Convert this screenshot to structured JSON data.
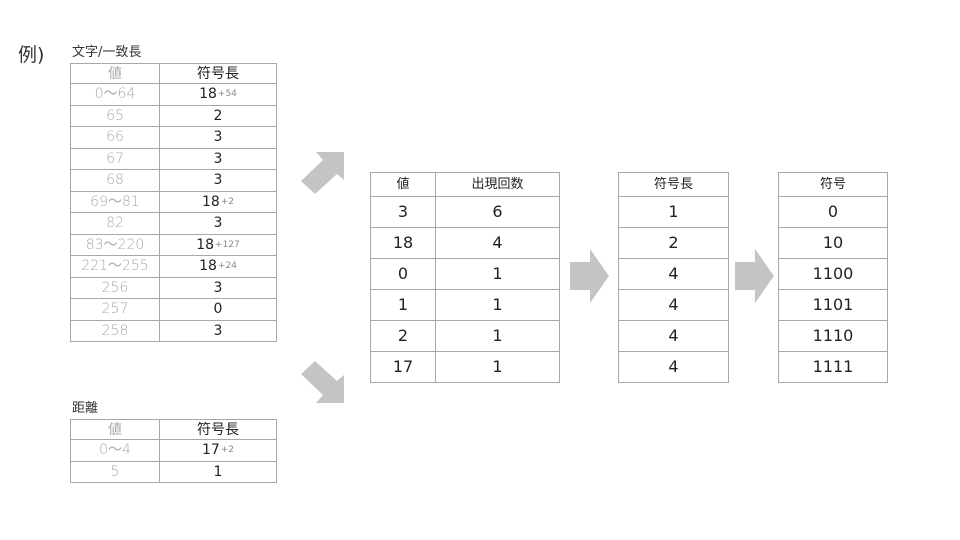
{
  "title": "例)",
  "literal": {
    "heading": "文字/一致長",
    "headers": {
      "value": "値",
      "length": "符号長"
    },
    "rows": [
      {
        "value": "0〜64",
        "length": "18",
        "extra": "+54"
      },
      {
        "value": "65",
        "length": "2",
        "extra": ""
      },
      {
        "value": "66",
        "length": "3",
        "extra": ""
      },
      {
        "value": "67",
        "length": "3",
        "extra": ""
      },
      {
        "value": "68",
        "length": "3",
        "extra": ""
      },
      {
        "value": "69〜81",
        "length": "18",
        "extra": "+2"
      },
      {
        "value": "82",
        "length": "3",
        "extra": ""
      },
      {
        "value": "83〜220",
        "length": "18",
        "extra": "+127"
      },
      {
        "value": "221〜255",
        "length": "18",
        "extra": "+24"
      },
      {
        "value": "256",
        "length": "3",
        "extra": ""
      },
      {
        "value": "257",
        "length": "0",
        "extra": ""
      },
      {
        "value": "258",
        "length": "3",
        "extra": ""
      }
    ]
  },
  "distance": {
    "heading": "距離",
    "headers": {
      "value": "値",
      "length": "符号長"
    },
    "rows": [
      {
        "value": "0〜4",
        "length": "17",
        "extra": "+2"
      },
      {
        "value": "5",
        "length": "1",
        "extra": ""
      }
    ]
  },
  "frequency": {
    "headers": {
      "value": "値",
      "count": "出現回数"
    },
    "rows": [
      {
        "value": "3",
        "count": "6"
      },
      {
        "value": "18",
        "count": "4"
      },
      {
        "value": "0",
        "count": "1"
      },
      {
        "value": "1",
        "count": "1"
      },
      {
        "value": "2",
        "count": "1"
      },
      {
        "value": "17",
        "count": "1"
      }
    ]
  },
  "code_lengths": {
    "header": "符号長",
    "rows": [
      "1",
      "2",
      "4",
      "4",
      "4",
      "4"
    ]
  },
  "codes": {
    "header": "符号",
    "rows": [
      "0",
      "10",
      "1100",
      "1101",
      "1110",
      "1111"
    ]
  },
  "colors": {
    "arrow": "#c4c4c4",
    "border": "#a8a8a8",
    "muted_text": "#a9a9a9"
  },
  "icons": [
    "arrow-down-right-icon",
    "arrow-up-right-icon",
    "arrow-right-icon"
  ]
}
